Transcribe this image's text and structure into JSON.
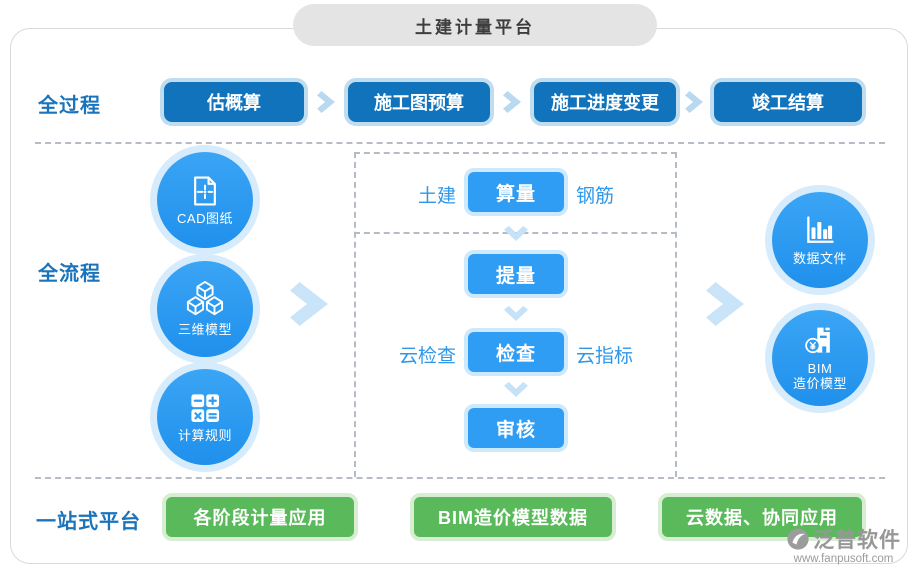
{
  "title": "土建计量平台",
  "process_row": {
    "label": "全过程",
    "steps": [
      "估概算",
      "施工图预算",
      "施工进度变更",
      "竣工结算"
    ]
  },
  "flow_row": {
    "label": "全流程",
    "inputs": [
      {
        "label": "CAD图纸",
        "icon": "cad-drawing-icon"
      },
      {
        "label": "三维模型",
        "icon": "cube-3d-model-icon"
      },
      {
        "label": "计算规则",
        "icon": "calculator-rules-icon"
      }
    ],
    "center": {
      "left_tag": "土建",
      "main_step": "算量",
      "right_tag": "钢筋",
      "step2": "提量",
      "step3": "检查",
      "step3_left_tag": "云检查",
      "step3_right_tag": "云指标",
      "step4": "审核"
    },
    "outputs": [
      {
        "label": "数据文件",
        "icon": "bar-chart-icon"
      },
      {
        "label_line1": "BIM",
        "label_line2": "造价模型",
        "icon": "bim-cost-model-icon"
      }
    ]
  },
  "platform_row": {
    "label": "一站式平台",
    "items": [
      "各阶段计量应用",
      "BIM造价模型数据",
      "云数据、协同应用"
    ]
  },
  "watermark": {
    "brand": "泛普软件",
    "url": "www.fanpusoft.com"
  },
  "colors": {
    "primary_dark_blue": "#1173bb",
    "primary_bright_blue": "#2f9df3",
    "accent_green": "#5ab95a",
    "label_blue": "#1b74bb",
    "dashed_gray": "#b5bcc6",
    "pill_gray": "#e4e4e4"
  }
}
